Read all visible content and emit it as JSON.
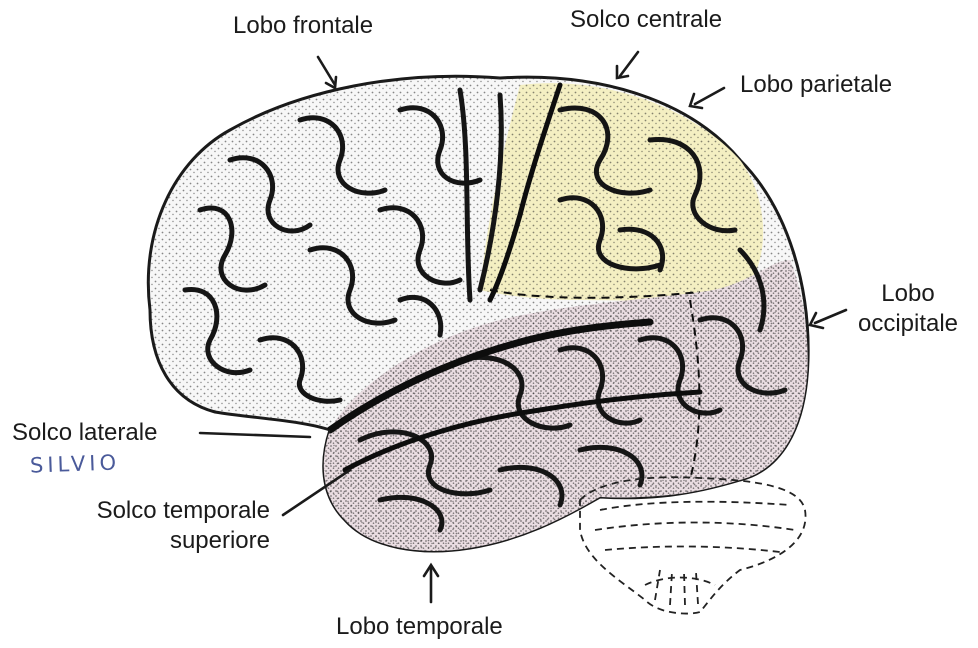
{
  "labels": {
    "frontal_lobe": "Lobo frontale",
    "central_sulcus": "Solco centrale",
    "parietal_lobe": "Lobo parietale",
    "occipital_lobe_line1": "Lobo",
    "occipital_lobe_line2": "occipitale",
    "lateral_sulcus": "Solco laterale",
    "lateral_sulcus_note": "SILVIO",
    "superior_temporal_sulcus_line1": "Solco temporale",
    "superior_temporal_sulcus_line2": "superiore",
    "temporal_lobe": "Lobo temporale"
  },
  "icons": {
    "brain": "brain-illustration-icon",
    "arrow": "arrow-icon",
    "leader": "leader-line"
  },
  "colors": {
    "background": "#ffffff",
    "ink": "#1b1b1b",
    "parietal_fill": "#f4efc2",
    "temporal_occipital_fill": "#eadde2",
    "frontal_fill": "#f7f7f7",
    "handwriting": "#4a5a9a"
  }
}
